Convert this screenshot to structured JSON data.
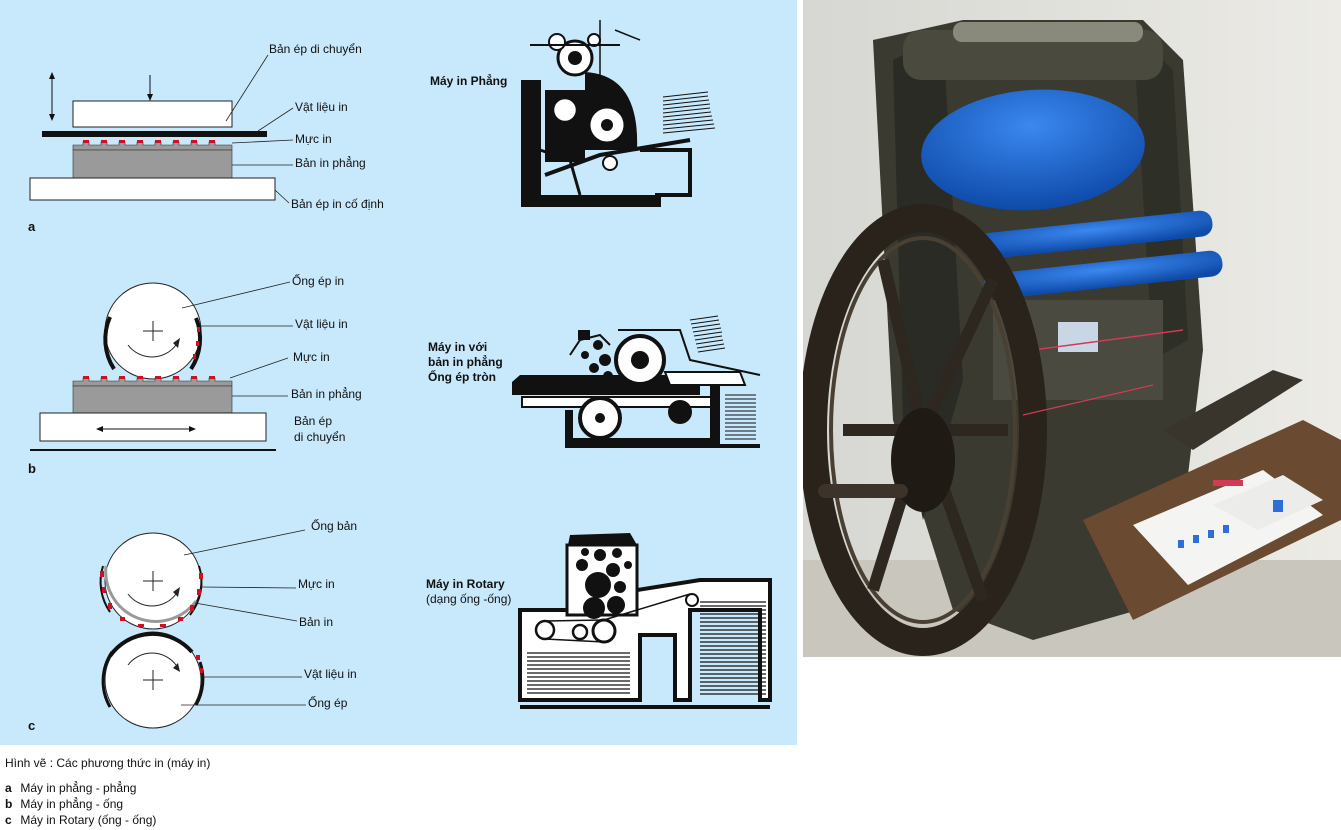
{
  "diagram": {
    "section_a": {
      "letter": "a",
      "labels": [
        "Bản ép di chuyển",
        "Vật liệu in",
        "Mực in",
        "Bản in phẳng",
        "Bản ép in cố định"
      ],
      "machine": [
        "Máy in Phẳng"
      ]
    },
    "section_b": {
      "letter": "b",
      "labels": [
        "Ống ép in",
        "Vật liệu in",
        "Mực in",
        "Bản in phẳng",
        "Bản ép",
        "di chuyển"
      ],
      "machine": [
        "Máy in với",
        "bản in phẳng",
        "Ống ép tròn"
      ]
    },
    "section_c": {
      "letter": "c",
      "labels": [
        "Ống bản",
        "Mực in",
        "Bản in",
        "Vật liệu in",
        "Ống ép"
      ],
      "machine": [
        "Máy in Rotary",
        "(dạng ống -ống)"
      ]
    }
  },
  "caption": {
    "title": "Hình vẽ : Các phương thức in (máy in)",
    "items": [
      {
        "letter": "a",
        "text": "Máy in phẳng - phẳng"
      },
      {
        "letter": "b",
        "text": "Máy in phẳng - ống"
      },
      {
        "letter": "c",
        "text": "Máy in Rotary (ống - ống)"
      }
    ]
  },
  "colors": {
    "panel_bg": "#c8e8fb",
    "ink": "#cc1122",
    "plate": "#9a9a9a",
    "roller_blue": "#1a5fd0"
  }
}
